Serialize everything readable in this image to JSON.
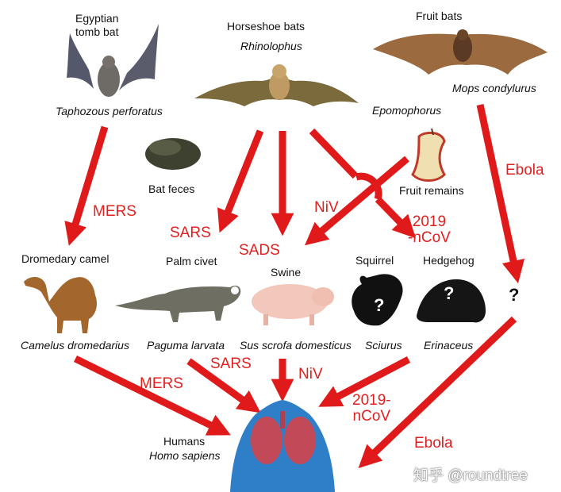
{
  "sources": {
    "egyptian_bat": {
      "common": "Egyptian\ntomb bat",
      "latin": "Taphozous perforatus"
    },
    "horseshoe_bats": {
      "common": "Horseshoe bats",
      "latin": "Rhinolophus"
    },
    "fruit_bats": {
      "common": "Fruit bats",
      "latin_left": "Epomophorus",
      "latin_right": "Mops condylurus"
    },
    "bat_feces": "Bat feces",
    "fruit_remains": "Fruit remains"
  },
  "intermediates": {
    "camel": {
      "common": "Dromedary camel",
      "latin": "Camelus dromedarius"
    },
    "civet": {
      "common": "Palm civet",
      "latin": "Paguma larvata"
    },
    "swine": {
      "common": "Swine",
      "latin": "Sus scrofa domesticus"
    },
    "squirrel": {
      "common": "Squirrel",
      "latin": "Sciurus"
    },
    "hedgehog": {
      "common": "Hedgehog",
      "latin": "Erinaceus"
    },
    "unknown": "?"
  },
  "humans": {
    "common": "Humans",
    "latin": "Homo sapiens"
  },
  "viruses": {
    "mers_top": "MERS",
    "sars_top": "SARS",
    "sads": "SADS",
    "niv_top": "NiV",
    "ncov_top": "2019\n-nCoV",
    "ebola_top": "Ebola",
    "mers_bottom": "MERS",
    "sars_bottom": "SARS",
    "niv_bottom": "NiV",
    "ncov_bottom": "2019-\nnCoV",
    "ebola_bottom": "Ebola"
  },
  "watermark": "知乎 @roundtree",
  "colors": {
    "arrow": "#e01a1a",
    "bat_body": "#a37a52",
    "bat_wing": "#6c5a44",
    "body_blue": "#2f7fc8",
    "lung": "#c24a58"
  }
}
